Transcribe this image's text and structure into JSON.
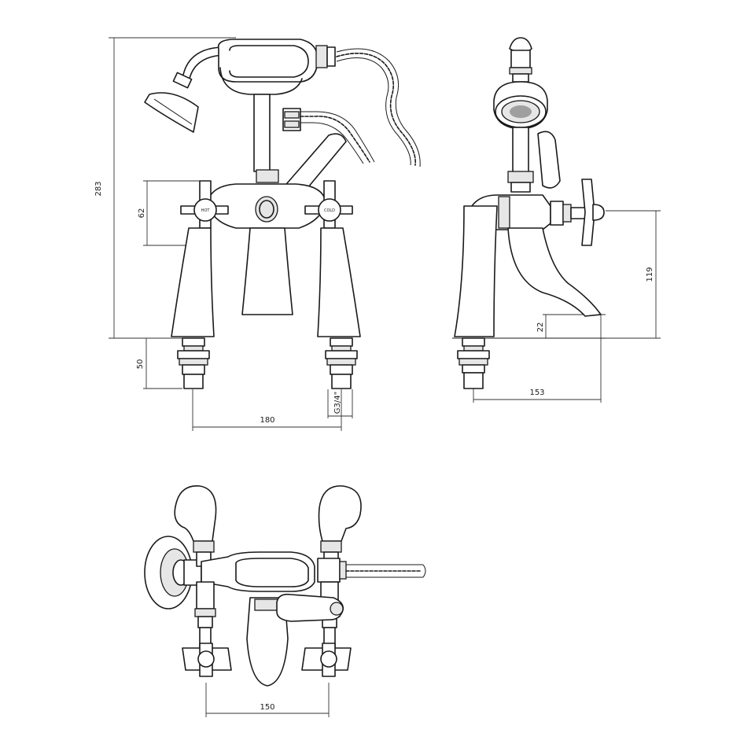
{
  "drawing": {
    "views": [
      "front-view",
      "side-view",
      "top-view"
    ],
    "handle_labels": {
      "hot": "HOT",
      "cold": "COLD"
    },
    "dimensions": {
      "overall_height": "283",
      "handle_height": "62",
      "tail_length": "50",
      "centres_front": "180",
      "thread": "G3/4\"",
      "spout_height": "119",
      "spout_clearance": "22",
      "spout_projection": "153",
      "centres_top": "150"
    }
  }
}
